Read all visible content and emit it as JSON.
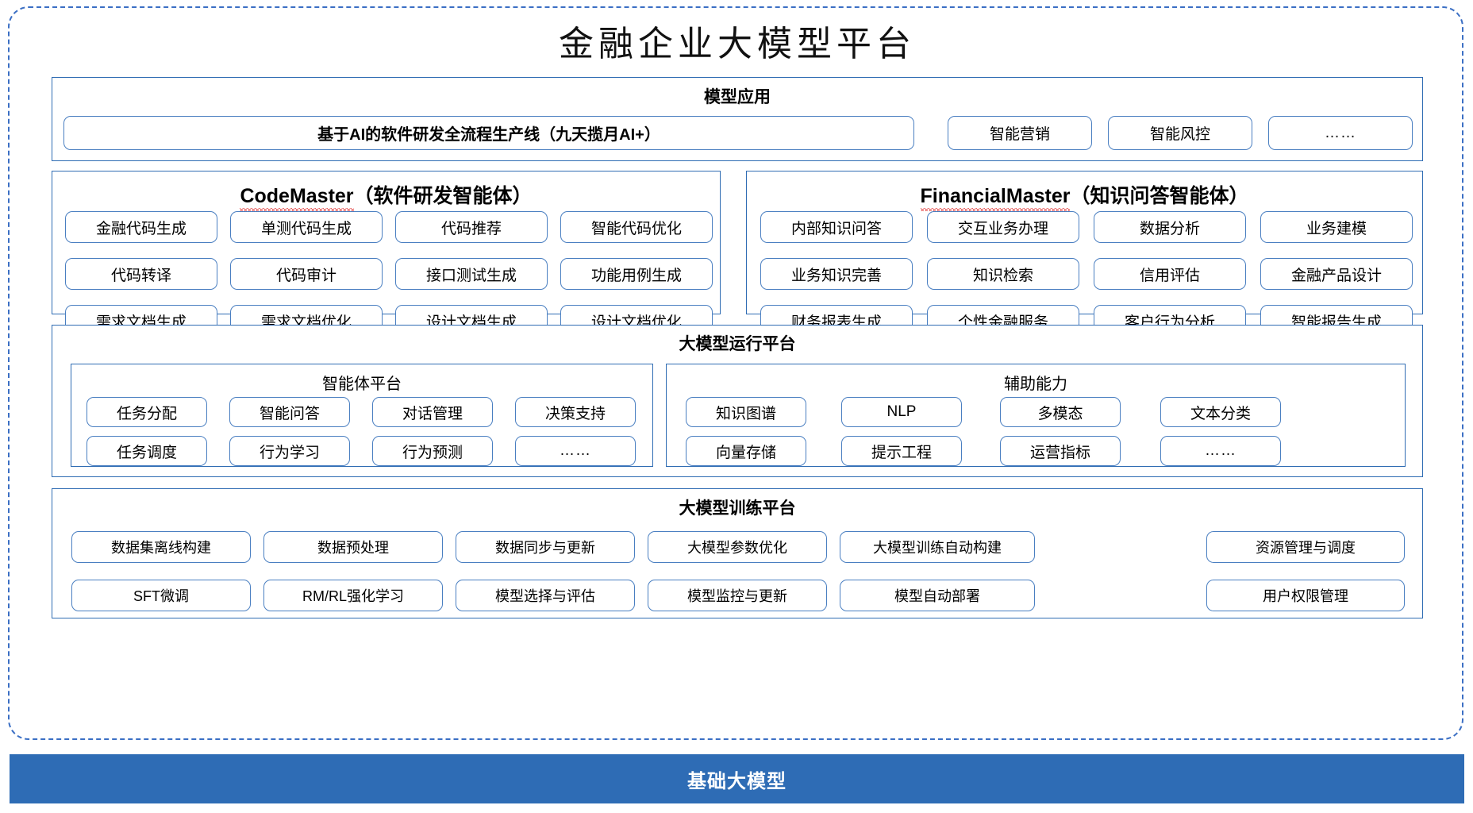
{
  "title": "金融企业大模型平台",
  "colors": {
    "outer_border": "#3b6fc4",
    "panel_border": "#2f6cb3",
    "pill_border": "#4a7fc1",
    "foundation_bar": "#2e6cb5",
    "spellcheck_squiggle": "#e03131"
  },
  "sections": {
    "model_application": {
      "title": "模型应用",
      "primary_item": "基于AI的软件研发全流程生产线（九天揽月AI+）",
      "items": [
        "智能营销",
        "智能风控",
        "……"
      ]
    },
    "code_master": {
      "title_latin": "CodeMaster",
      "title_cn": "（软件研发智能体）",
      "items": [
        "金融代码生成",
        "单测代码生成",
        "代码推荐",
        "智能代码优化",
        "代码转译",
        "代码审计",
        "接口测试生成",
        "功能用例生成",
        "需求文档生成",
        "需求文档优化",
        "设计文档生成",
        "设计文档优化"
      ]
    },
    "financial_master": {
      "title_latin": "FinancialMaster",
      "title_cn": "（知识问答智能体）",
      "items": [
        "内部知识问答",
        "交互业务办理",
        "数据分析",
        "业务建模",
        "业务知识完善",
        "知识检索",
        "信用评估",
        "金融产品设计",
        "财务报表生成",
        "个性金融服务",
        "客户行为分析",
        "智能报告生成"
      ]
    },
    "runtime_platform": {
      "title": "大模型运行平台",
      "agent_platform": {
        "title": "智能体平台",
        "items": [
          "任务分配",
          "智能问答",
          "对话管理",
          "决策支持",
          "任务调度",
          "行为学习",
          "行为预测",
          "……"
        ]
      },
      "support_capability": {
        "title": "辅助能力",
        "items": [
          "知识图谱",
          "NLP",
          "多模态",
          "文本分类",
          "向量存储",
          "提示工程",
          "运营指标",
          "……"
        ]
      }
    },
    "training_platform": {
      "title": "大模型训练平台",
      "items": [
        "数据集离线构建",
        "数据预处理",
        "数据同步与更新",
        "大模型参数优化",
        "大模型训练自动构建",
        "资源管理与调度",
        "SFT微调",
        "RM/RL强化学习",
        "模型选择与评估",
        "模型监控与更新",
        "模型自动部署",
        "用户权限管理"
      ]
    },
    "foundation": {
      "title": "基础大模型"
    }
  }
}
